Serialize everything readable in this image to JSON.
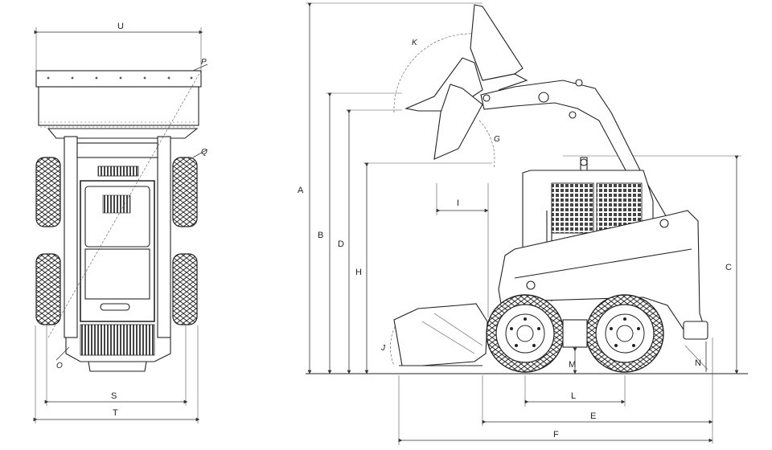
{
  "dimension_labels": {
    "A": "A",
    "B": "B",
    "C": "C",
    "D": "D",
    "E": "E",
    "F": "F",
    "G": "G",
    "H": "H",
    "I": "I",
    "J": "J",
    "K": "K",
    "L": "L",
    "M": "M",
    "N": "N",
    "O": "O",
    "P": "P",
    "Q": "Q",
    "S": "S",
    "T": "T",
    "U": "U"
  },
  "colors": {
    "line": "#222222",
    "background": "#ffffff"
  }
}
